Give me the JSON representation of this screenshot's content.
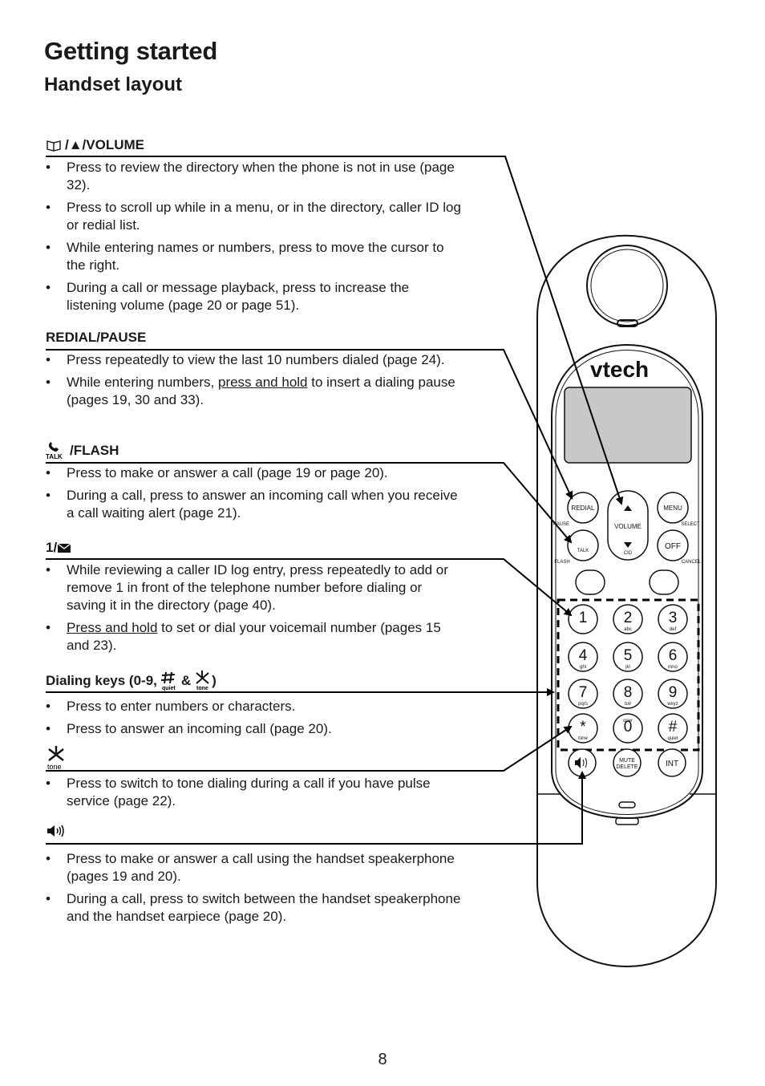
{
  "title": "Getting started",
  "subtitle": "Handset layout",
  "sections": [
    {
      "heading": "/▲/VOLUME",
      "icon": "directory-book-icon",
      "bullets": [
        {
          "plain": "Press to review the directory when the phone is not in use (page 32)."
        },
        {
          "plain": "Press to scroll up while in a menu, or in the directory, caller ID log or redial list."
        },
        {
          "plain": "While entering names or numbers, press to move the cursor to the right."
        },
        {
          "plain": "During a call or message playback, press to increase the listening volume (page 20 or page 51)."
        }
      ]
    },
    {
      "heading": "REDIAL/PAUSE",
      "bullets": [
        {
          "plain": "Press repeatedly to view the last 10 numbers dialed (page 24)."
        },
        {
          "before": "While entering numbers, ",
          "underlined": "press and hold",
          "after": " to insert a dialing pause (pages 19, 30 and 33)."
        }
      ]
    },
    {
      "heading": "/FLASH",
      "icon": "talk-handset-icon",
      "icon_label": "TALK",
      "bullets": [
        {
          "plain": "Press to make or answer a call (page 19 or page 20)."
        },
        {
          "plain": "During a call, press to answer an incoming call when you receive a call waiting alert (page 21)."
        }
      ]
    },
    {
      "heading": "1/",
      "icon": "voicemail-envelope-icon",
      "bullets": [
        {
          "plain": "While reviewing a caller ID log entry, press repeatedly to add or remove 1 in front of the telephone number before dialing or saving it in the directory (page 40)."
        },
        {
          "before": "",
          "underlined": "Press and hold",
          "after": " to set or dial your voicemail number (pages 15 and 23)."
        }
      ]
    },
    {
      "heading": "Dialing keys (0-9,",
      "heading_mid": "&",
      "heading_end": ")",
      "pound_label": "quiet",
      "star_label": "tone",
      "bullets": [
        {
          "plain": "Press to enter numbers or characters."
        },
        {
          "plain": "Press to answer an incoming call (page 20)."
        }
      ]
    },
    {
      "heading": "",
      "icon": "star-tone-icon",
      "icon_label": "tone",
      "bullets": [
        {
          "plain": "Press to switch to tone dialing during a call if you have pulse service (page 22)."
        }
      ]
    },
    {
      "heading": "",
      "icon": "speaker-icon",
      "bullets": [
        {
          "plain": "Press to make or answer a call using the handset speakerphone (pages 19 and 20)."
        },
        {
          "plain": "During a call, press to switch between the handset speakerphone and the handset earpiece (page 20)."
        }
      ]
    }
  ],
  "handset": {
    "brand": "vtech",
    "keys": {
      "redial": "REDIAL",
      "pause": "PAUSE",
      "talk": "TALK",
      "flash": "FLASH",
      "menu": "MENU",
      "select": "SELECT",
      "off": "OFF",
      "cancel": "CANCEL",
      "volume": "VOLUME",
      "cid": "CID",
      "mute": "MUTE",
      "delete": "DELETE",
      "int": "INT",
      "oper": "oper",
      "digits": [
        "1",
        "2",
        "3",
        "4",
        "5",
        "6",
        "7",
        "8",
        "9",
        "0"
      ],
      "letters": [
        "abc",
        "def",
        "ghi",
        "jkl",
        "mno",
        "pqrs",
        "tuv",
        "wxyz"
      ],
      "tone": "tone",
      "quiet": "quiet"
    }
  },
  "page_number": "8"
}
